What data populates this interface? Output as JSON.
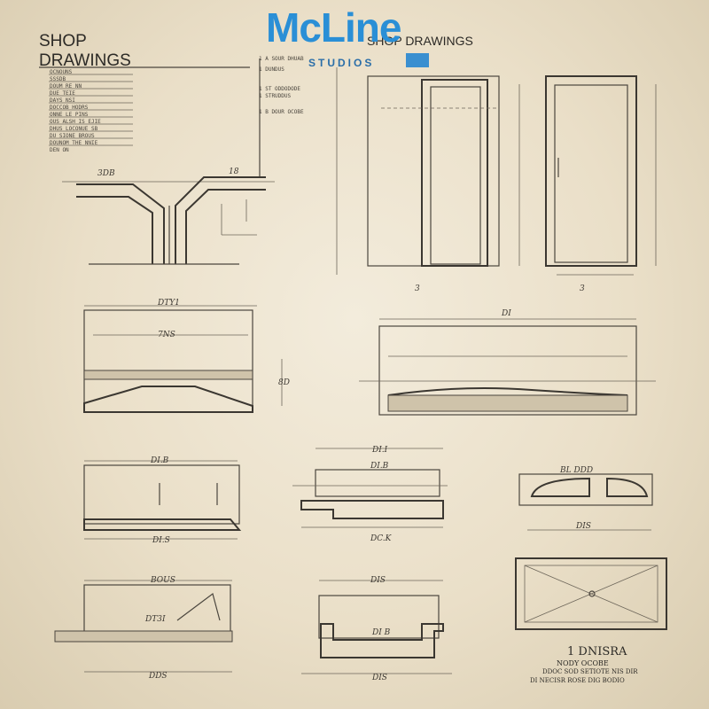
{
  "title": {
    "line1": "SHOP",
    "line2": "DRAWINGS",
    "right": "SHOP DRAWINGS"
  },
  "logo": {
    "name": "McLine",
    "sub": "STUDIOS"
  },
  "legend_lines": [
    "OCNOUNS",
    "SSSDB",
    "DOUM RE NN",
    "DUE TEIE",
    "DAYS NSI",
    "DOCCOB HODRS",
    "ONNE LE PINS",
    "OUS ALSH IS EJIE",
    "DHUS LOCONUE SB",
    "DU SIONE BROUS",
    "DOUNOM THE NNIE",
    "DEN ON"
  ],
  "spec_notes": [
    "1 A SOUR DHUAB",
    "1 DUNDUS",
    "1 ST ODDODODE",
    "1 STRUDDUS",
    "1 B DOUR OCOBE"
  ],
  "dims": {
    "top_left_a": "3DB",
    "top_left_b": "18",
    "panel_width": "DTY1",
    "panel_inner": "7NS",
    "panel_height": "8D",
    "door_bottom_a": "3",
    "door_bottom_b": "3",
    "long_width": "DI",
    "small_a_top": "DI.B",
    "small_a_bottom": "DI.S",
    "small_b_top": "DI.I",
    "small_b_mid": "DI.B",
    "small_b_bottom": "DC.K",
    "small_c_top": "BL DDD",
    "small_c_bottom": "DIS",
    "bottom_a_top": "BOUS",
    "bottom_a_label": "DT3I",
    "bottom_a_bottom": "DDS",
    "bottom_b_top": "DIS",
    "bottom_b_mid": "DI B",
    "bottom_b_bottom": "DIS"
  },
  "block": {
    "heading": "1 DNISRA",
    "line1": "NODY OCOBE",
    "line2": "DDOC SOD SETIOTE NIS DIR",
    "line3": "DI NECISR ROSE DIG BODIO"
  }
}
